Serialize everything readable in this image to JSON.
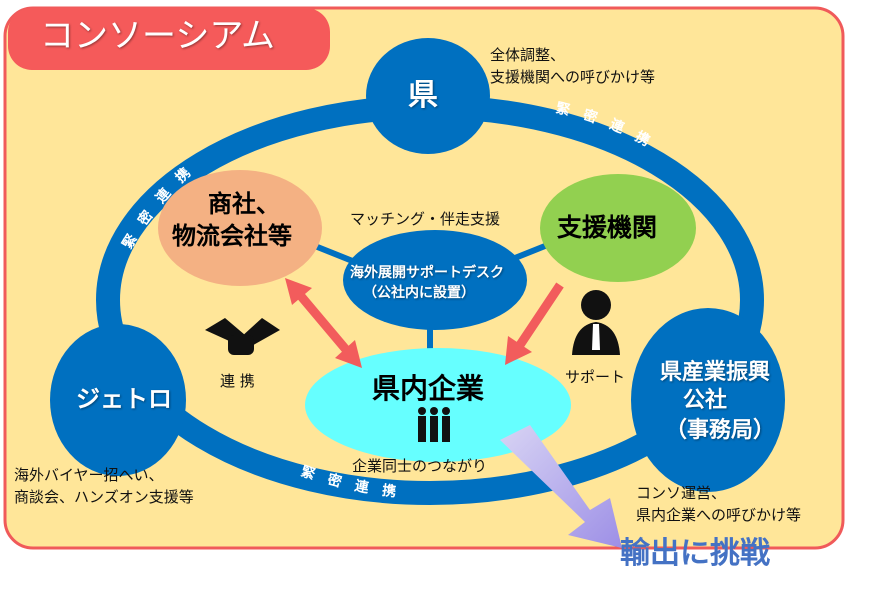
{
  "title": "コンソーシアム",
  "nodes": {
    "prefecture": "県",
    "trading": [
      "商社、",
      "物流会社等"
    ],
    "support_org": "支援機関",
    "desk": [
      "海外展開サポートデスク",
      "（公社内に設置）"
    ],
    "companies": "県内企業",
    "jetro": "ジェトロ",
    "promotion": [
      "県産業振興",
      "公社",
      "（事務局）"
    ]
  },
  "notes": {
    "prefecture": [
      "全体調整、",
      "支援機関への呼びかけ等"
    ],
    "jetro": [
      "海外バイヤー招へい、",
      "商談会、ハンズオン支援等"
    ],
    "promotion": [
      "コンソ運営、",
      "県内企業への呼びかけ等"
    ],
    "matching": "マッチング・伴走支援",
    "cooperation": "連 携",
    "support": "サポート",
    "network": "企業同士のつながり"
  },
  "ring_labels": {
    "upper_left": "緊　密　連　携",
    "upper_right": "緊　密　連　携",
    "bottom": "緊　密　連　携"
  },
  "goal": "輸出に挑戦",
  "colors": {
    "panel": "#FFE699",
    "border": "#F05A5A",
    "blue": "#0070C0",
    "trading": "#F4B183",
    "support_org": "#92D050",
    "companies": "#66FFFF",
    "arrow": "#F25C5C",
    "goal": "#4472C4"
  }
}
